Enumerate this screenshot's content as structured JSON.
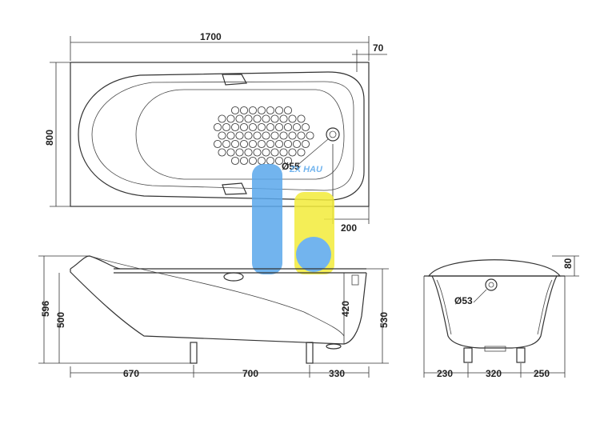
{
  "top_view": {
    "dim_length": "1700",
    "dim_rim_offset": "70",
    "dim_width": "800",
    "dim_drain_offset": "200",
    "drain_diameter": "Ø55"
  },
  "side_view": {
    "dim_total_height": "596",
    "dim_body_height": "500",
    "dim_leg_offset": "670",
    "dim_leg_spacing": "700",
    "dim_end_offset": "330",
    "dim_overflow_height": "420",
    "dim_right_height": "530"
  },
  "end_view": {
    "dim_rim_height": "80",
    "overflow_diameter": "Ø53",
    "dim_left": "230",
    "dim_middle": "320",
    "dim_right": "250"
  },
  "watermark": {
    "text": "ZX HAU",
    "colors": {
      "blue": "#5aa8ec",
      "yellow": "#f3ec3a"
    }
  }
}
